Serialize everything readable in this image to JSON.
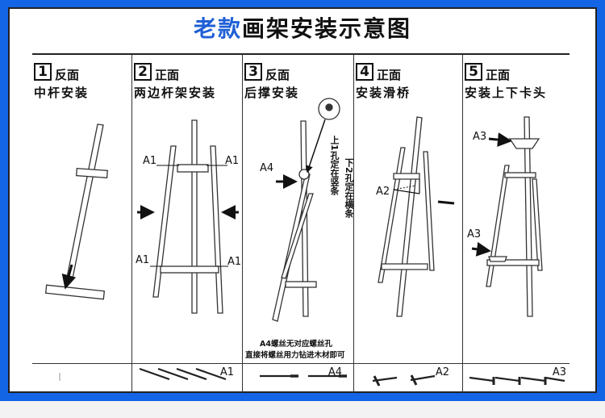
{
  "title": {
    "accent": "老款",
    "rest": "画架安装示意图"
  },
  "steps": [
    {
      "num": "1",
      "side": "反面",
      "title": "中杆安装"
    },
    {
      "num": "2",
      "side": "正面",
      "title": "两边杆架安装"
    },
    {
      "num": "3",
      "side": "反面",
      "title": "后撑安装"
    },
    {
      "num": "4",
      "side": "正面",
      "title": "安装滑桥"
    },
    {
      "num": "5",
      "side": "正面",
      "title": "安装上下卡头"
    }
  ],
  "labels": {
    "a1": "A1",
    "a2": "A2",
    "a3": "A3",
    "a4": "A4",
    "hole_top": "上1孔定在竖条",
    "hole_bottom": "下2孔定在横条",
    "note_line1": "A4螺丝无对应螺丝孔",
    "note_line2": "直接将螺丝用力钻进木材即可"
  },
  "parts": [
    "",
    "A1",
    "A4",
    "A2",
    "A3"
  ],
  "colors": {
    "frame": "#1464e6",
    "accent": "#1f5fd6"
  }
}
